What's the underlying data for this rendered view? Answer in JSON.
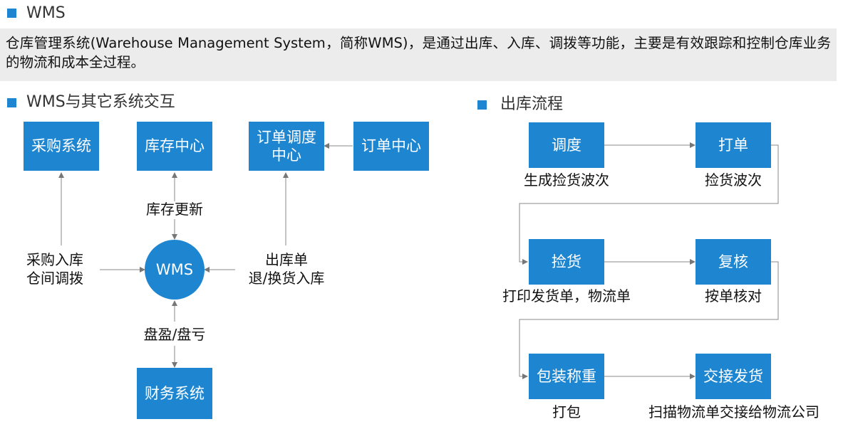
{
  "header": {
    "title": "WMS"
  },
  "description": "仓库管理系统(Warehouse Management System，简称WMS)，是通过出库、入库、调拨等功能，主要是有效跟踪和控制仓库业务的物流和成本全过程。",
  "left_section": {
    "title": "WMS与其它系统交互",
    "center": "WMS",
    "systems": {
      "purchase": "采购系统",
      "inventory": "库存中心",
      "dispatch": "订单调度中心",
      "order": "订单中心",
      "finance": "财务系统"
    },
    "edges": {
      "inventory_update": "库存更新",
      "purchase_in": "采购入库",
      "transfer": "仓间调拨",
      "outbound": "出库单",
      "return_in": "退/换货入库",
      "stocktake": "盘盈/盘亏"
    }
  },
  "right_section": {
    "title": "出库流程",
    "steps": [
      {
        "label": "调度",
        "caption": "生成捡货波次"
      },
      {
        "label": "打单",
        "caption": "捡货波次"
      },
      {
        "label": "捡货",
        "caption": "打印发货单，物流单"
      },
      {
        "label": "复核",
        "caption": "按单核对"
      },
      {
        "label": "包装称重",
        "caption": "打包"
      },
      {
        "label": "交接发货",
        "caption": "扫描物流单交接给物流公司"
      }
    ]
  },
  "colors": {
    "accent": "#1e86d1",
    "desc_bg": "#ececec",
    "line": "#888888"
  }
}
